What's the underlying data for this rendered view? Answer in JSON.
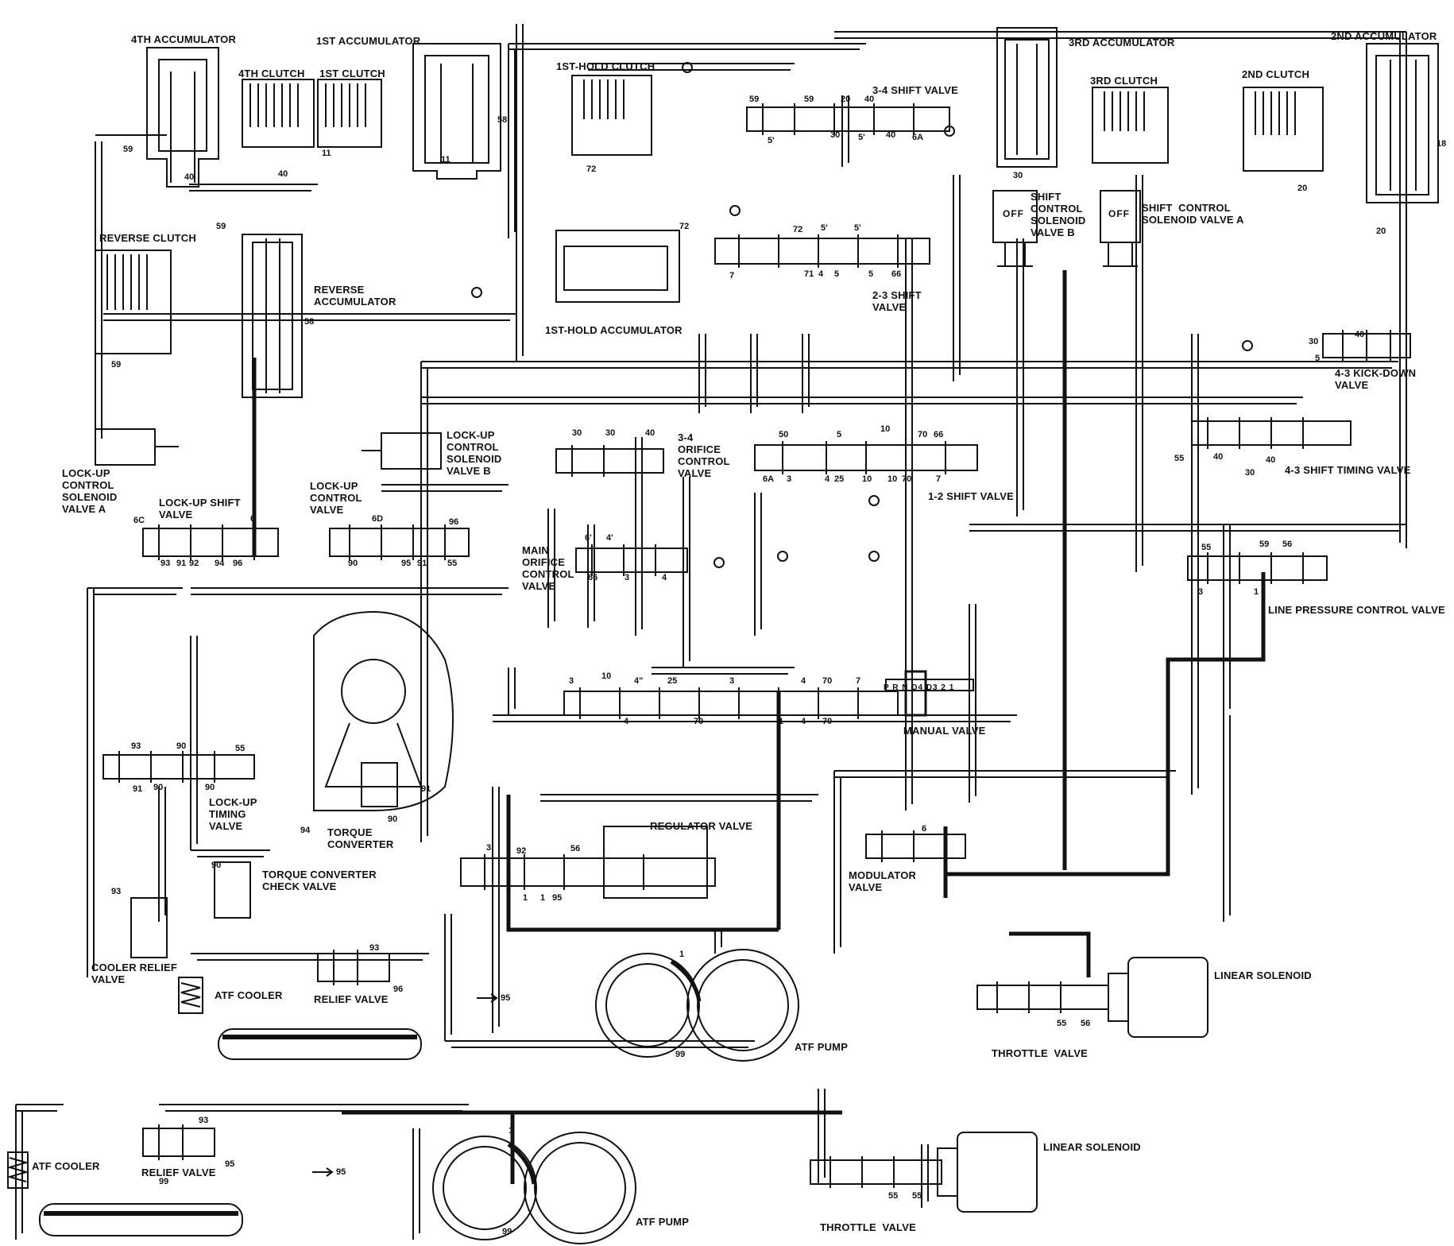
{
  "components": {
    "acc_4th": "4TH ACCUMULATOR",
    "acc_1st": "1ST ACCUMULATOR",
    "acc_3rd": "3RD ACCUMULATOR",
    "acc_2nd": "2ND ACCUMULATOR",
    "clutch_4th": "4TH CLUTCH",
    "clutch_1st": "1ST CLUTCH",
    "clutch_1st_hold": "1ST-HOLD CLUTCH",
    "clutch_3rd": "3RD CLUTCH",
    "clutch_2nd": "2ND CLUTCH",
    "reverse_clutch": "REVERSE CLUTCH",
    "reverse_accumulator": "REVERSE\nACCUMULATOR",
    "hold_accumulator": "1ST-HOLD ACCUMULATOR",
    "shift_valve_34": "3-4 SHIFT VALVE",
    "shift_valve_23": "2-3 SHIFT\nVALVE",
    "shift_valve_12": "1-2 SHIFT VALVE",
    "solenoid_b": "SHIFT\nCONTROL\nSOLENOID\nVALVE B",
    "solenoid_a": "SHIFT  CONTROL\nSOLENOID VALVE A",
    "off_b": "OFF",
    "off_a": "OFF",
    "kickdown": "4-3 KICK-DOWN\nVALVE",
    "timing_43": "4-3 SHIFT TIMING VALVE",
    "orifice_34": "3-4\nORIFICE\nCONTROL\nVALVE",
    "lockup_sol_b": "LOCK-UP\nCONTROL\nSOLENOID\nVALVE B",
    "lockup_sol_a": "LOCK-UP\nCONTROL\nSOLENOID\nVALVE A",
    "lockup_shift": "LOCK-UP SHIFT\nVALVE",
    "lockup_control": "LOCK-UP\nCONTROL\nVALVE",
    "main_orifice": "MAIN\nORIFICE\nCONTROL\nVALVE",
    "line_pressure": "LINE PRESSURE CONTROL VALVE",
    "manual_valve": "MANUAL VALVE",
    "selector": "P R N D4 D3 2 1",
    "lockup_timing": "LOCK-UP\nTIMING\nVALVE",
    "torque_converter": "TORQUE\nCONVERTER",
    "regulator": "REGULATOR VALVE",
    "tc_check": "TORQUE CONVERTER\nCHECK VALVE",
    "modulator": "MODULATOR\nVALVE",
    "cooler_relief": "COOLER RELIEF\nVALVE",
    "atf_cooler_1": "ATF COOLER",
    "relief_valve_1": "RELIEF VALVE",
    "atf_pump_1": "ATF PUMP",
    "linear_solenoid_1": "LINEAR SOLENOID",
    "throttle_valve_1": "THROTTLE  VALVE",
    "atf_cooler_2": "ATF COOLER",
    "relief_valve_2": "RELIEF VALVE",
    "atf_pump_2": "ATF PUMP",
    "linear_solenoid_2": "LINEAR SOLENOID",
    "throttle_valve_2": "THROTTLE  VALVE"
  },
  "ports": {
    "p_59_acc4": "59",
    "p_40_acc4": "40",
    "p_40_cl4": "40",
    "p_11_cl1": "11",
    "p_11_acc1": "11",
    "p_58_acc1": "58",
    "p_59_rev": "59",
    "p_58_rev": "58",
    "p_59_revcl": "59",
    "p_72_hold": "72",
    "p_72_holdacc": "72",
    "p_30_acc3": "30",
    "p_20_cl2": "20",
    "p_20_acc2": "20",
    "p_18_acc2": "18",
    "p_59_sv34": "59",
    "p_59_sv34b": "59",
    "p_20_sv34": "20",
    "p_40_sv34": "40",
    "p_5_sv34": "5'",
    "p_30_sv34": "30",
    "p_5b_sv34": "5'",
    "p_40b_sv34": "40",
    "p_6a_sv34": "6A",
    "p_72_sv23": "72",
    "p_5_sv23": "5'",
    "p_5b_sv23": "5'",
    "p_7_sv23": "7",
    "p_71_sv23": "71",
    "p_4_sv23": "4",
    "p_5c_sv23": "5",
    "p_5d_sv23": "5",
    "p_66_sv23": "66",
    "p_30_kd": "30",
    "p_40_kd": "40",
    "p_5_kd": "5",
    "p_55_st": "55",
    "p_40_st": "40",
    "p_30_st": "30",
    "p_40b_st": "40",
    "p_30_oc": "30",
    "p_30b_oc": "30",
    "p_40_oc": "40",
    "p_50_12": "50",
    "p_5_12": "5",
    "p_10_12": "10",
    "p_70_12": "70",
    "p_66_12": "66",
    "p_6a_12": "6A",
    "p_3_12": "3",
    "p_4_12": "4",
    "p_25_12": "25",
    "p_10b_12": "10",
    "p_10c_12": "10",
    "p_70b_12": "70",
    "p_7_12": "7",
    "p_6c_ls": "6C",
    "p_6_ls": "6",
    "p_93_ls": "93",
    "p_91_ls": "91",
    "p_92_ls": "92",
    "p_94_ls": "94",
    "p_96_ls": "96",
    "p_6d_lc": "6D",
    "p_96_lc": "96",
    "p_90_lc": "90",
    "p_95_lc": "95",
    "p_91_lc": "91",
    "p_55_lc": "55",
    "p_6_mo": "6'",
    "p_4_mo": "4'",
    "p_66_mo": "66",
    "p_3_mo": "3",
    "p_4b_mo": "4",
    "p_55_lp": "55",
    "p_59_lp": "59",
    "p_56_lp": "56",
    "p_3_lp": "3",
    "p_1_lp": "1",
    "p_3_mv": "3",
    "p_10_mv": "10",
    "p_4_mv": "4\"",
    "p_25_mv": "25",
    "p_3b_mv": "3",
    "p_4b_mv": "4",
    "p_70_mv": "70",
    "p_7_mv": "7",
    "p_4c_mv": "4",
    "p_70b_mv": "70",
    "p_1_mv": "1",
    "p_4d_mv": "4",
    "p_70c_mv": "70",
    "p_93_lt": "93",
    "p_90_lt": "90",
    "p_55_lt": "55",
    "p_90b_lt": "90",
    "p_91_lt": "91",
    "p_90c_lt": "90",
    "p_91_tc": "91",
    "p_94_tc": "94",
    "p_90_tc": "90",
    "p_3_reg": "3",
    "p_92_reg": "92",
    "p_56_reg": "56",
    "p_1_reg": "1",
    "p_1b_reg": "1",
    "p_95_reg": "95",
    "p_90_chk": "90",
    "p_93_cr": "93",
    "p_6_mod": "6",
    "p_93_rv": "93",
    "p_96_rv": "96",
    "p_95_arrow": "95",
    "p_1_pump": "1",
    "p_99_pump": "99",
    "p_55_th": "55",
    "p_56_th": "56",
    "p_93_rv2": "93",
    "p_95_rv2": "95",
    "p_95_arrow2": "95",
    "p_99_cool2": "99",
    "p_1_pump2": "1",
    "p_99_pump2": "99",
    "p_55_th2": "55",
    "p_56_th2": "55"
  }
}
